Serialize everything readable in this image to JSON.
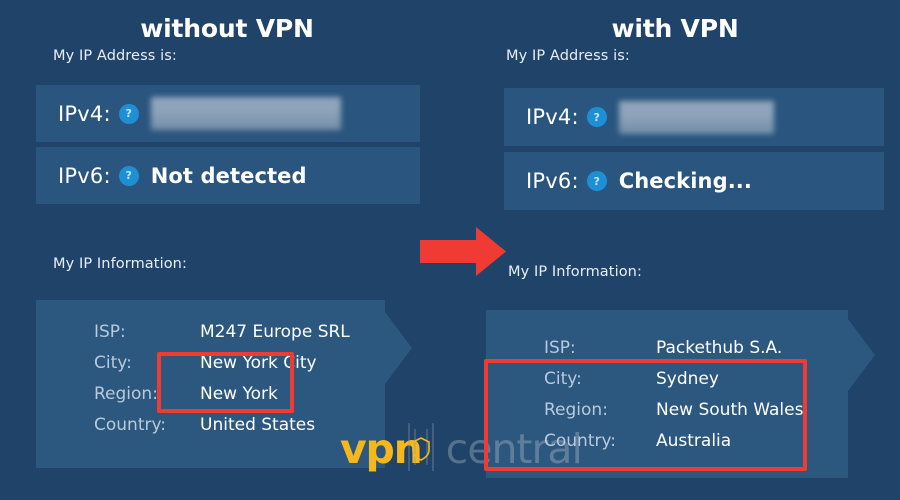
{
  "background_color": "#1f4369",
  "accent_red": "#ef3b33",
  "card_color": "#2a557e",
  "badge_color": "#1f8fd4",
  "panels": [
    {
      "id": "without-vpn",
      "title": "without VPN",
      "ip_address_label": "My IP Address is:",
      "ip_info_label": "My IP Information:",
      "ip_rows": [
        {
          "label": "IPv4:",
          "badge": "?",
          "value": "",
          "redacted": true
        },
        {
          "label": "IPv6:",
          "badge": "?",
          "value": "Not detected",
          "redacted": false
        }
      ],
      "info_rows": [
        {
          "key": "ISP:",
          "value": "M247 Europe SRL"
        },
        {
          "key": "City:",
          "value": "New York City"
        },
        {
          "key": "Region:",
          "value": "New York"
        },
        {
          "key": "Country:",
          "value": "United States"
        }
      ]
    },
    {
      "id": "with-vpn",
      "title": "with VPN",
      "ip_address_label": "My IP Address is:",
      "ip_info_label": "My IP Information:",
      "ip_rows": [
        {
          "label": "IPv4:",
          "badge": "?",
          "value": "",
          "redacted": true
        },
        {
          "label": "IPv6:",
          "badge": "?",
          "value": "Checking...",
          "redacted": false
        }
      ],
      "info_rows": [
        {
          "key": "ISP:",
          "value": "Packethub S.A."
        },
        {
          "key": "City:",
          "value": "Sydney"
        },
        {
          "key": "Region:",
          "value": "New South Wales"
        },
        {
          "key": "Country:",
          "value": "Australia"
        }
      ]
    }
  ],
  "watermark": {
    "brand_bold": "vpn",
    "brand_light": "central"
  }
}
